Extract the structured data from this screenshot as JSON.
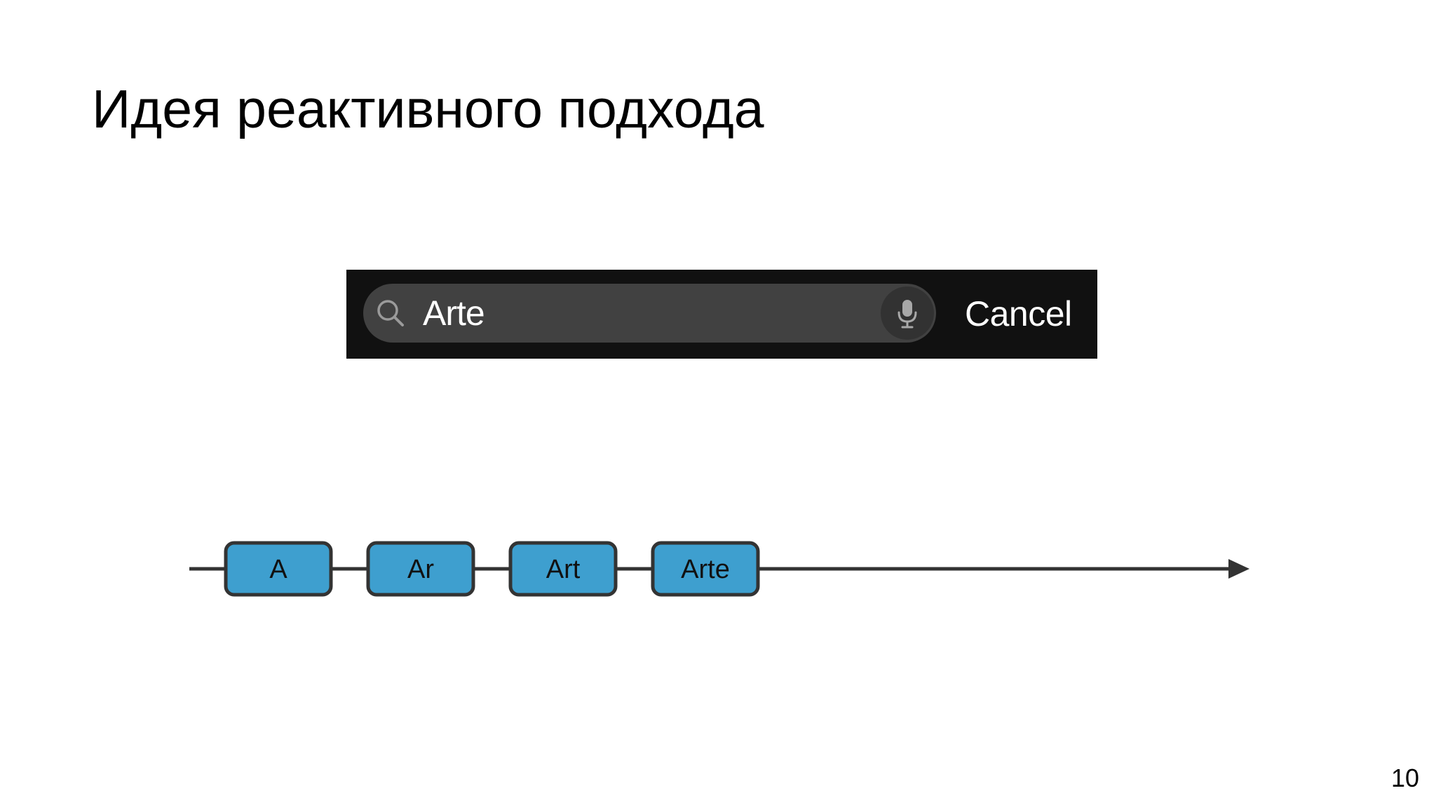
{
  "slide": {
    "title": "Идея реактивного подхода",
    "page_number": "10"
  },
  "search_bar": {
    "query": "Arte",
    "cancel_label": "Cancel",
    "icons": {
      "search": "search-icon",
      "mic": "microphone-icon"
    }
  },
  "stream": {
    "events": [
      "A",
      "Ar",
      "Art",
      "Arte"
    ],
    "colors": {
      "event_fill": "#3e9fcf",
      "event_border": "#333333",
      "line": "#333333"
    }
  }
}
